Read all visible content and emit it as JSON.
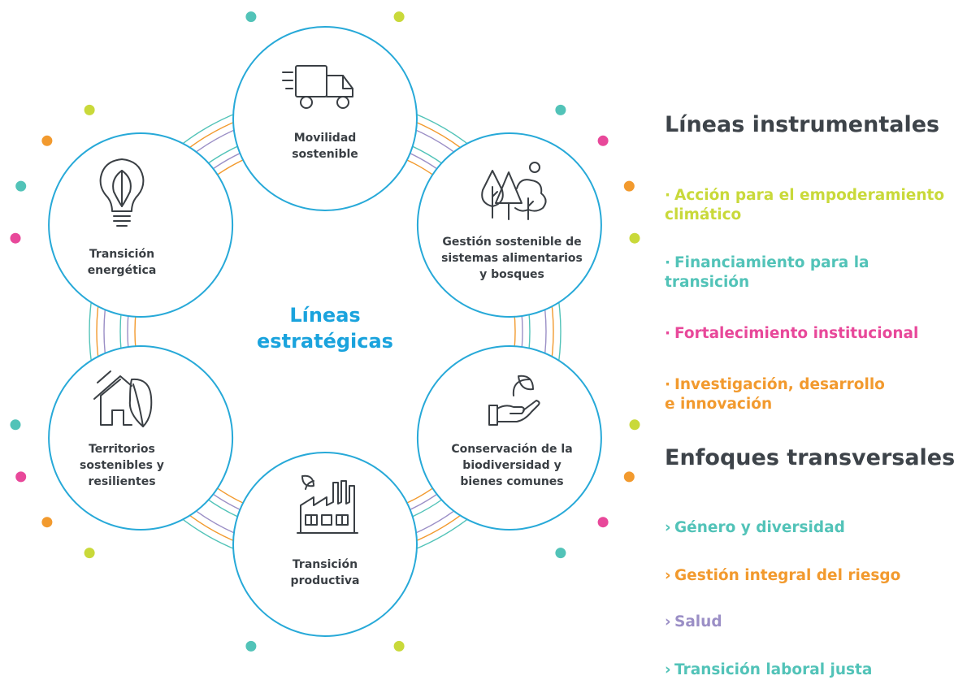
{
  "center_title": "Líneas\nestratégicas",
  "colors": {
    "ring": "#27a9d8",
    "teal": "#52c3b8",
    "orange": "#f29a2e",
    "purple": "#9b8fc6",
    "pink": "#e8489a",
    "lime": "#c9d93a",
    "icon": "#3a3f44"
  },
  "nodes": [
    {
      "label": "Movilidad\nsostenible",
      "icon": "truck-icon"
    },
    {
      "label": "Gestión sostenible de\nsistemas alimentarios\ny bosques",
      "icon": "forest-icon"
    },
    {
      "label": "Conservación de la\nbiodiversidad y\nbienes comunes",
      "icon": "hand-leaf-icon"
    },
    {
      "label": "Transición\nproductiva",
      "icon": "factory-icon"
    },
    {
      "label": "Territorios\nsostenibles y\nresilientes",
      "icon": "house-leaf-icon"
    },
    {
      "label": "Transición\nenergética",
      "icon": "lightbulb-icon"
    }
  ],
  "legend": {
    "instrumental": {
      "title": "Líneas instrumentales",
      "items": [
        {
          "text": "Acción para el empoderamiento\nclimático",
          "marker": "·",
          "color": "#c9d93a"
        },
        {
          "text": "Financiamiento para la\ntransición",
          "marker": "·",
          "color": "#52c3b8"
        },
        {
          "text": "Fortalecimiento institucional",
          "marker": "·",
          "color": "#e8489a"
        },
        {
          "text": "Investigación, desarrollo\ne innovación",
          "marker": "·",
          "color": "#f29a2e"
        }
      ]
    },
    "transversal": {
      "title": "Enfoques transversales",
      "items": [
        {
          "text": "Género y diversidad",
          "marker": "›",
          "color": "#52c3b8"
        },
        {
          "text": "Gestión integral del riesgo",
          "marker": "›",
          "color": "#f29a2e"
        },
        {
          "text": "Salud",
          "marker": "›",
          "color": "#9b8fc6"
        },
        {
          "text": "Transición laboral justa",
          "marker": "›",
          "color": "#52c3b8"
        }
      ]
    }
  }
}
